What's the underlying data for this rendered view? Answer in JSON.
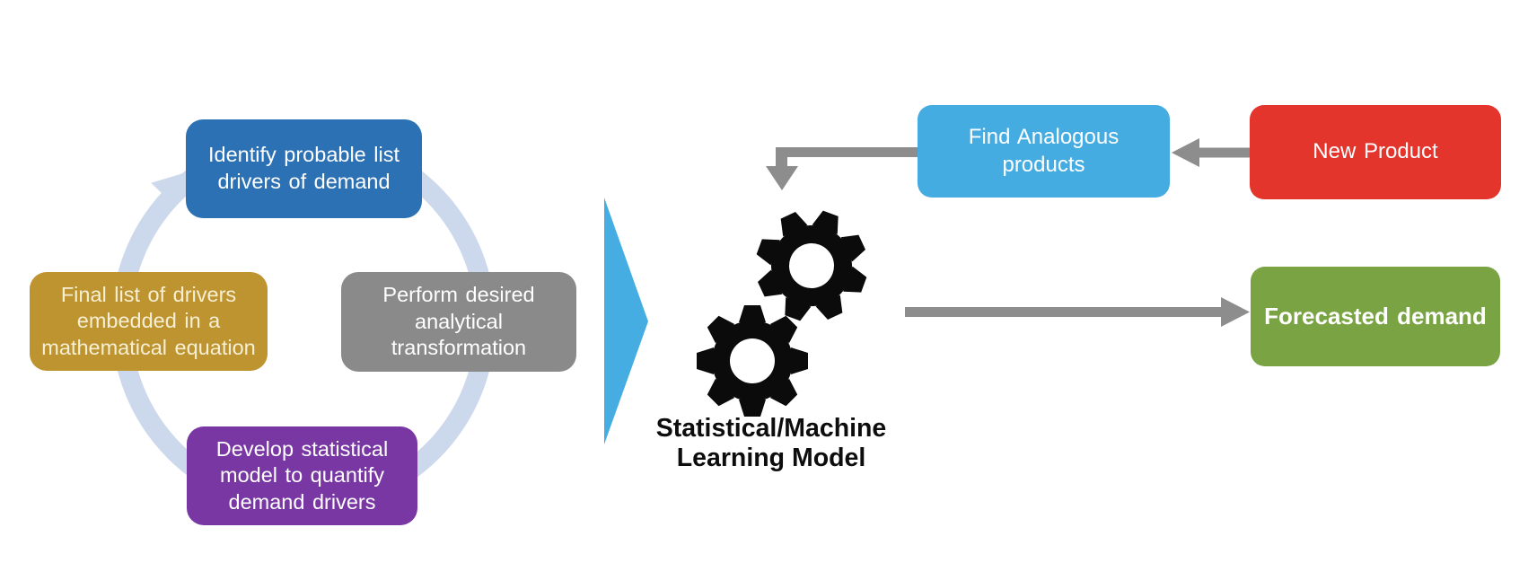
{
  "background_color": "#FFFFFF",
  "cycle": {
    "ring_color": "#CCD8EB",
    "boxes": [
      {
        "label_lines": [
          "Identify probable list",
          "drivers of demand"
        ],
        "color": "#2D71B5"
      },
      {
        "label_lines": [
          "Perform desired",
          "analytical",
          "transformation"
        ],
        "color": "#8A8A8A"
      },
      {
        "label_lines": [
          "Develop statistical",
          "model to quantify",
          "demand drivers"
        ],
        "color": "#7937A4"
      },
      {
        "label_lines": [
          "Final list of drivers",
          "embedded in a",
          "mathematical equation"
        ],
        "color": "#BE9430"
      }
    ]
  },
  "model": {
    "big_arrow_color": "#45ADE2",
    "gear_color": "#0B0B0B",
    "label_lines": [
      "Statistical/Machine",
      "Learning Model"
    ]
  },
  "flow": {
    "connector_color": "#8D8D8D",
    "find_analogous": {
      "label_lines": [
        "Find Analogous",
        "products"
      ],
      "color": "#45ACE2"
    },
    "new_product": {
      "label": "New Product",
      "color": "#E4352C"
    },
    "forecasted_demand": {
      "label": "Forecasted demand",
      "color": "#7AA343"
    }
  }
}
